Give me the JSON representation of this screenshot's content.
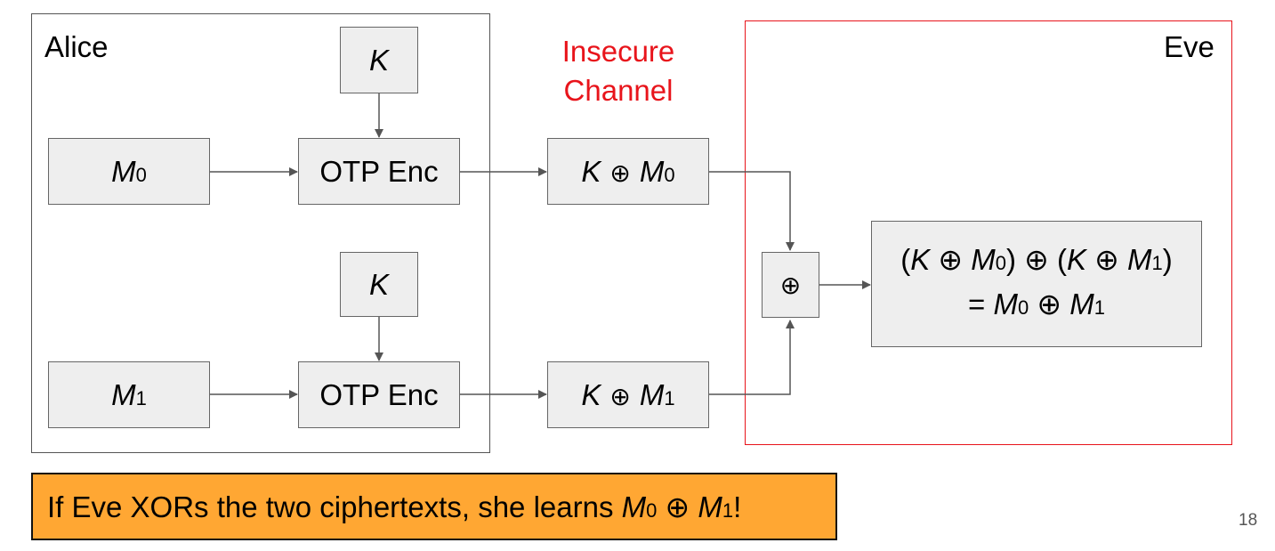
{
  "alice": {
    "label": "Alice"
  },
  "eve": {
    "label": "Eve"
  },
  "channel": {
    "line1": "Insecure",
    "line2": "Channel"
  },
  "key_top": {
    "text": "K"
  },
  "key_bottom": {
    "text": "K"
  },
  "m0": {
    "var": "M",
    "sub": "0"
  },
  "m1": {
    "var": "M",
    "sub": "1"
  },
  "enc_top": {
    "text": "OTP Enc"
  },
  "enc_bottom": {
    "text": "OTP Enc"
  },
  "ct0": {
    "k": "K",
    "op": "⊕",
    "m": "M",
    "sub": "0"
  },
  "ct1": {
    "k": "K",
    "op": "⊕",
    "m": "M",
    "sub": "1"
  },
  "xor_node": {
    "text": "⊕"
  },
  "result": {
    "line1": [
      "(",
      "K",
      " ⊕ ",
      "M",
      "0",
      ") ⊕ (",
      "K",
      " ⊕ ",
      "M",
      "1",
      ")"
    ],
    "line2": [
      "= ",
      "M",
      "0",
      " ⊕ ",
      "M",
      "1"
    ]
  },
  "callout": {
    "prefix": "If Eve XORs the two ciphertexts, she learns ",
    "m0": "M",
    "sub0": "0",
    "op": " ⊕ ",
    "m1": "M",
    "sub1": "1",
    "suffix": "!"
  },
  "page_number": "18",
  "colors": {
    "eve_border": "#e8141b",
    "channel_text": "#e8141b",
    "callout_bg": "#ffa733",
    "box_fill": "#eeeeee"
  }
}
